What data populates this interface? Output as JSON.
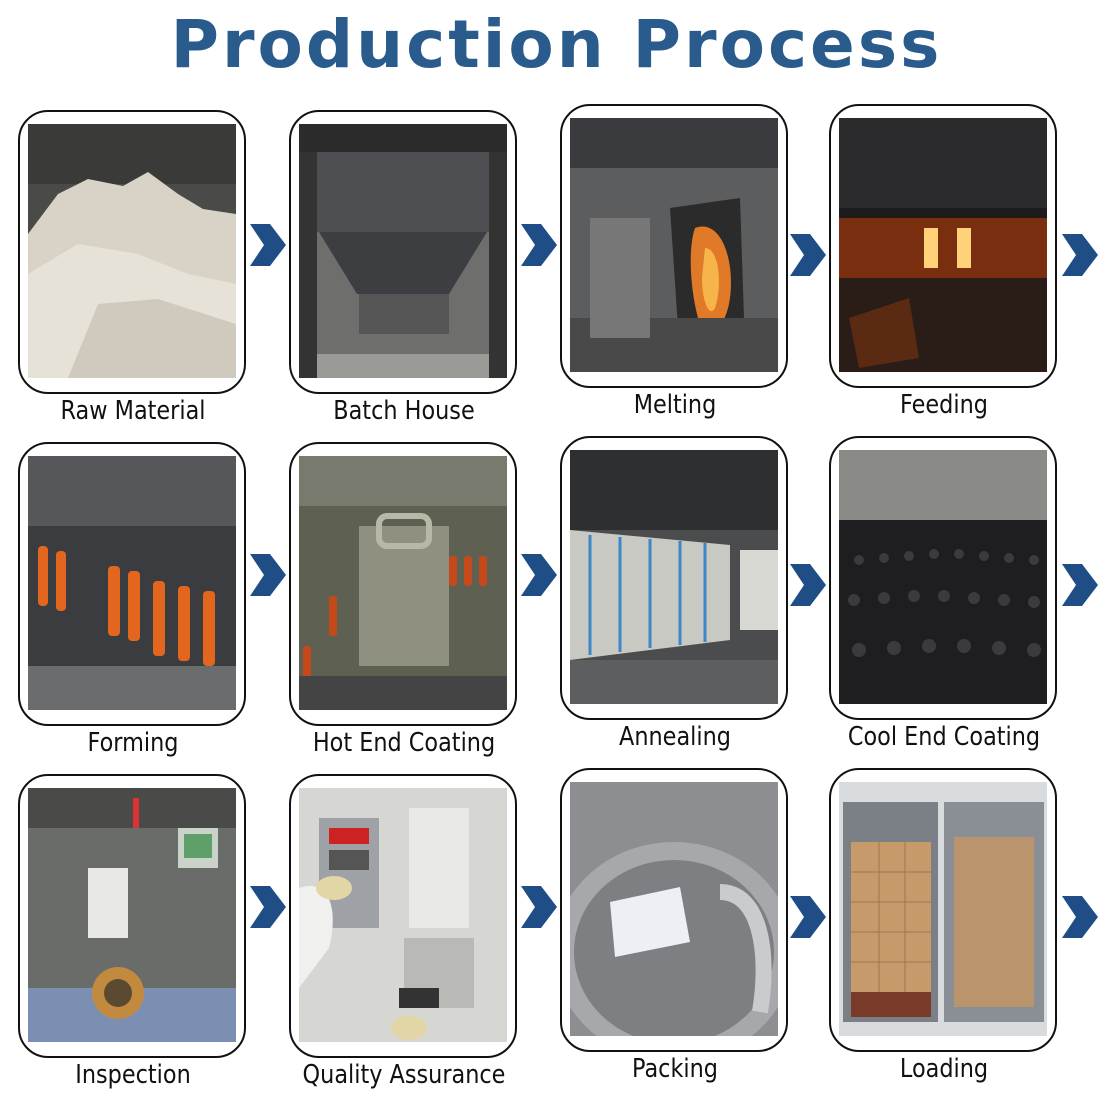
{
  "title": "Production Process",
  "steps": [
    {
      "label": "Raw Material",
      "icon": "raw-material-photo"
    },
    {
      "label": "Batch House",
      "icon": "batch-house-photo"
    },
    {
      "label": "Melting",
      "icon": "melting-furnace-photo"
    },
    {
      "label": "Feeding",
      "icon": "feeding-glass-gob-photo"
    },
    {
      "label": "Forming",
      "icon": "forming-machine-photo"
    },
    {
      "label": "Hot End Coating",
      "icon": "hot-end-coating-photo"
    },
    {
      "label": "Annealing",
      "icon": "annealing-lehr-photo"
    },
    {
      "label": "Cool End Coating",
      "icon": "cool-end-coating-photo"
    },
    {
      "label": "Inspection",
      "icon": "inspection-machine-photo"
    },
    {
      "label": "Quality Assurance",
      "icon": "quality-assurance-photo"
    },
    {
      "label": "Packing",
      "icon": "packing-photo"
    },
    {
      "label": "Loading",
      "icon": "container-loading-photo"
    }
  ],
  "colors": {
    "title": "#2a5b8d",
    "arrow": "#1f4e87"
  }
}
